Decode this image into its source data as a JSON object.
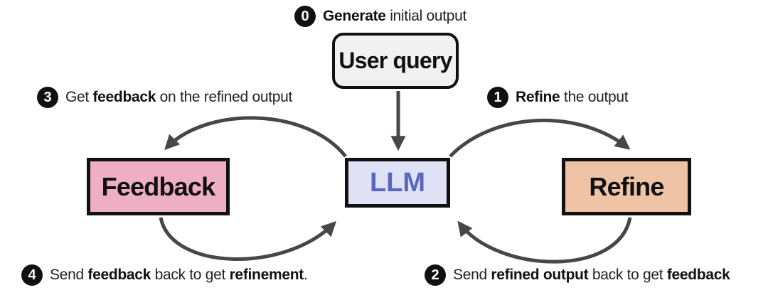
{
  "boxes": {
    "user_query": "User query",
    "llm": "LLM",
    "feedback": "Feedback",
    "refine": "Refine"
  },
  "steps": {
    "s0": {
      "num": "0",
      "bold": "Generate",
      "rest": " initial output"
    },
    "s1": {
      "num": "1",
      "bold": "Refine",
      "rest": " the output"
    },
    "s2": {
      "num": "2",
      "pre": "Send ",
      "bold": "refined output",
      "mid": " back to get ",
      "bold2": "feedback"
    },
    "s3": {
      "num": "3",
      "pre": "Get ",
      "bold": "feedback",
      "rest": " on the refined output"
    },
    "s4": {
      "num": "4",
      "pre": "Send ",
      "bold": "feedback",
      "mid": " back to get ",
      "bold2": "refinement",
      "end": "."
    }
  },
  "colors": {
    "arrow": "#474747",
    "llm_fill": "#dfe1f4",
    "llm_text": "#5868bf",
    "feedback_fill": "#eeaec4",
    "refine_fill": "#efc3a5",
    "query_fill": "#f1f1f1"
  }
}
